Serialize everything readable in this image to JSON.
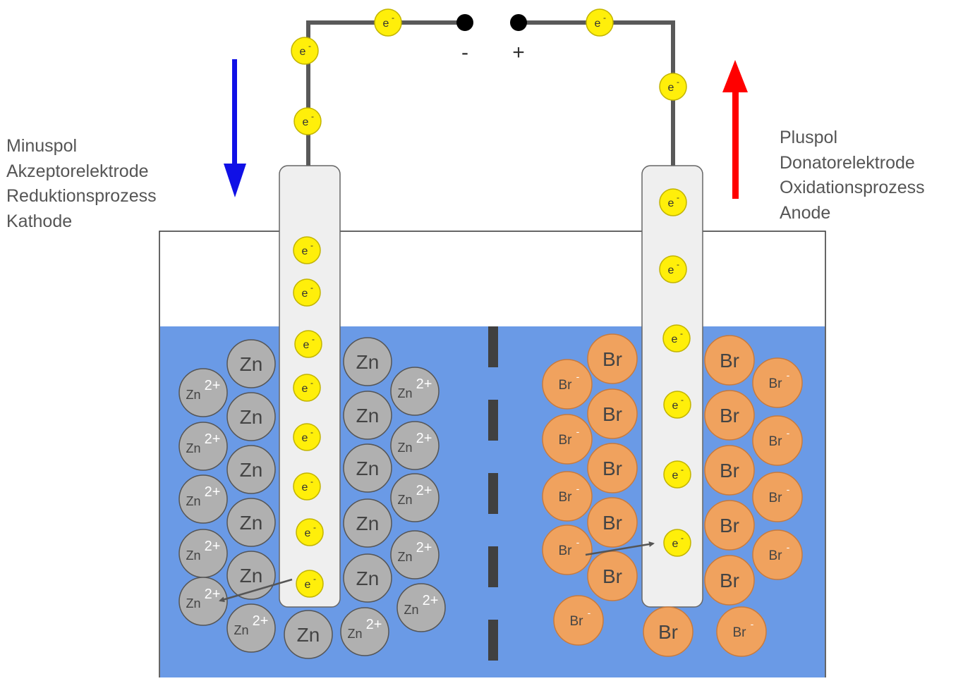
{
  "terminals": {
    "negative": "-",
    "positive": "+"
  },
  "particles": {
    "electron": "e",
    "electron_charge": "-",
    "zinc_atom": "Zn",
    "zinc_ion": "Zn",
    "zinc_ion_charge": "2+",
    "bromine_atom": "Br",
    "bromide_ion": "Br",
    "bromide_ion_charge": "-"
  },
  "left_label": [
    "Minuspol",
    "Akzeptorelektrode",
    "Reduktionsprozess",
    "Kathode"
  ],
  "right_label": [
    "Pluspol",
    "Donatorelektrode",
    "Oxidationsprozess",
    "Anode"
  ],
  "colors": {
    "electrolyte": "#6a9ae6",
    "electron_fill": "#ffef0a",
    "zinc_fill": "#b0b0b0",
    "bromine_fill": "#f0a25e",
    "electrode_fill": "#efefef",
    "wire": "#595959",
    "arrow_down": "#1010e6",
    "arrow_up": "#ff0000",
    "label_text": "#555555"
  }
}
